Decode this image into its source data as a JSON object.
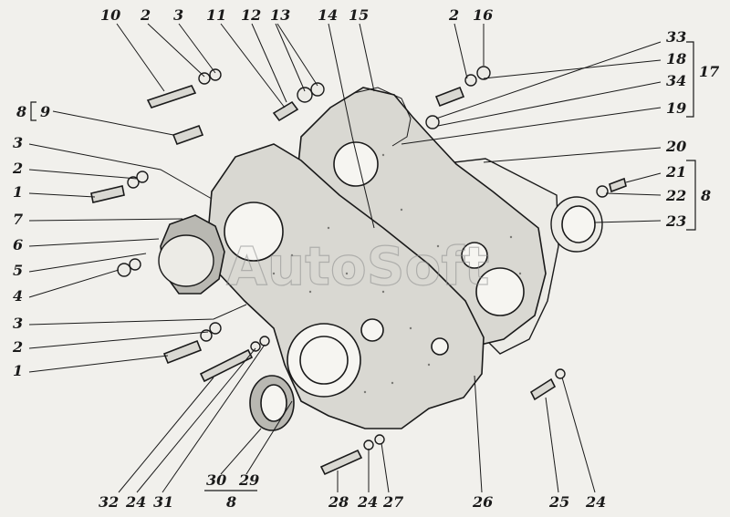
{
  "watermark": "AutoSoft",
  "callouts": {
    "c10": "10",
    "c2a": "2",
    "c3a": "3",
    "c11": "11",
    "c12": "12",
    "c13": "13",
    "c14": "14",
    "c15": "15",
    "c2b": "2",
    "c16": "16",
    "c33": "33",
    "c18": "18",
    "c17": "17",
    "c34": "34",
    "c19": "19",
    "c20": "20",
    "c21": "21",
    "c22": "22",
    "c8r": "8",
    "c23": "23",
    "c8l": "8",
    "c9": "9",
    "c3b": "3",
    "c2c": "2",
    "c1a": "1",
    "c7": "7",
    "c6": "6",
    "c5": "5",
    "c4": "4",
    "c3c": "3",
    "c2d": "2",
    "c1b": "1",
    "c32": "32",
    "c24a": "24",
    "c31": "31",
    "c30": "30",
    "c29": "29",
    "c8b": "8",
    "c28": "28",
    "c24b": "24",
    "c27": "27",
    "c26": "26",
    "c25": "25",
    "c24c": "24"
  }
}
